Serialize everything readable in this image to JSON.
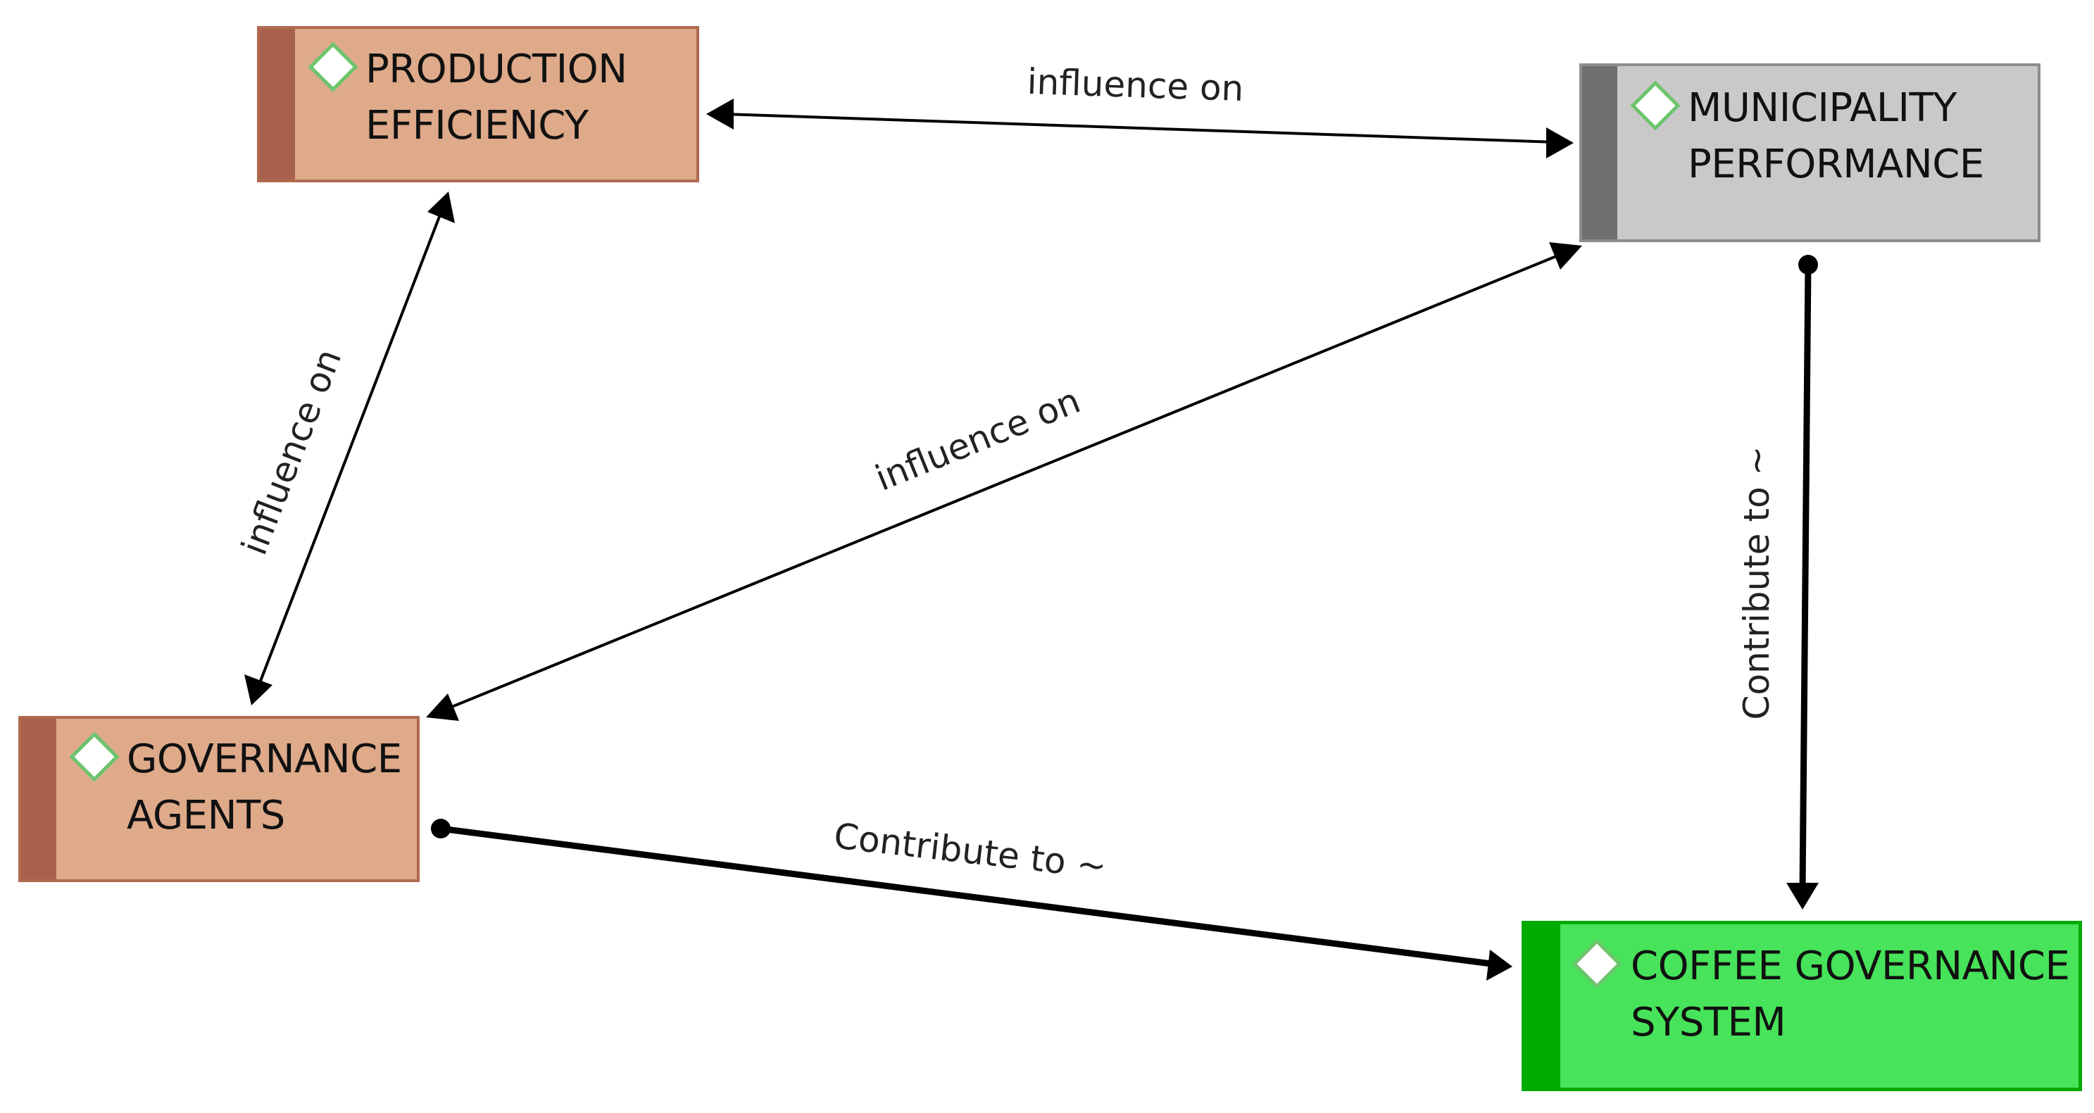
{
  "nodes": {
    "production_efficiency": {
      "line1": "PRODUCTION",
      "line2": "EFFICIENCY"
    },
    "municipality_performance": {
      "line1": "MUNICIPALITY",
      "line2": "PERFORMANCE"
    },
    "governance_agents": {
      "line1": "GOVERNANCE",
      "line2": "AGENTS"
    },
    "coffee_governance_system": {
      "line1": "COFFEE GOVERNANCE",
      "line2": "SYSTEM"
    }
  },
  "edges": {
    "prod_muni": "influence on",
    "prod_gov": "influence on",
    "gov_muni": "influence on",
    "muni_coffee": "Contribute to ~",
    "gov_coffee": "Contribute to ~"
  },
  "colors": {
    "factor_fill": "#deaa8a",
    "factor_stripe": "#a8614c",
    "indicator_fill": "#c9c9c9",
    "indicator_stripe": "#6f6f6f",
    "goal_fill": "#47e35a",
    "goal_stripe": "#00ab00",
    "icon_outline": "#6cc46c"
  }
}
